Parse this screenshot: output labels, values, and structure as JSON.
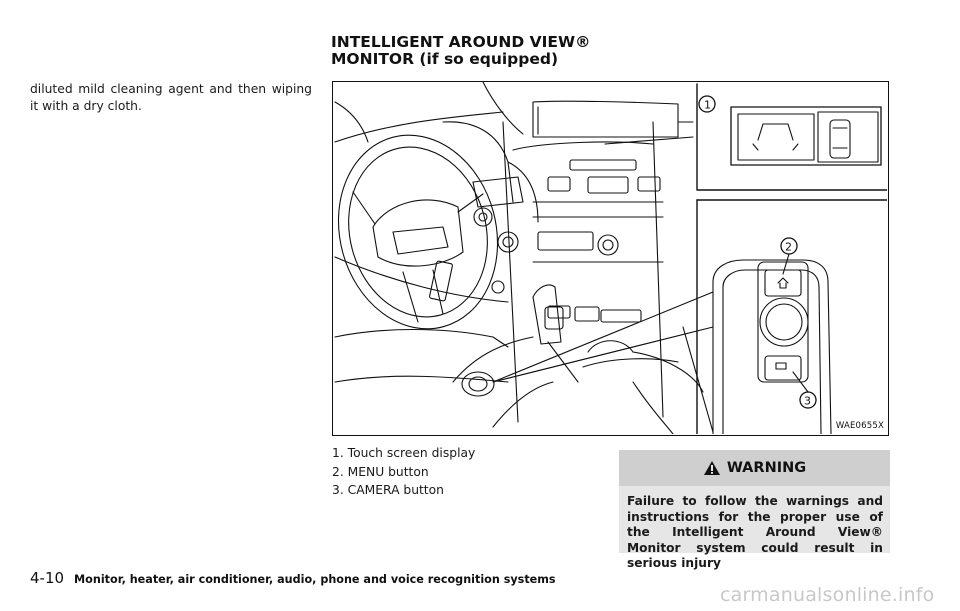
{
  "section": {
    "title_line1": "INTELLIGENT AROUND VIEW®",
    "title_line2": "MONITOR (if so equipped)"
  },
  "left_column": {
    "text": "diluted mild cleaning agent and then wiping it with a dry cloth."
  },
  "figure": {
    "code": "WAE0655X",
    "callout_numbers": [
      "1",
      "2",
      "3"
    ]
  },
  "callouts": [
    {
      "label": "1. Touch screen display"
    },
    {
      "label": "2. MENU button"
    },
    {
      "label": "3. CAMERA button"
    }
  ],
  "warning": {
    "title": "WARNING",
    "text": "Failure to follow the warnings and instructions for the proper use of the Intelligent Around View® Monitor system could result in serious injury"
  },
  "footer": {
    "page": "4-10",
    "chapter": "Monitor, heater, air conditioner, audio, phone and voice recognition systems"
  },
  "watermark": "carmanualsonline.info"
}
